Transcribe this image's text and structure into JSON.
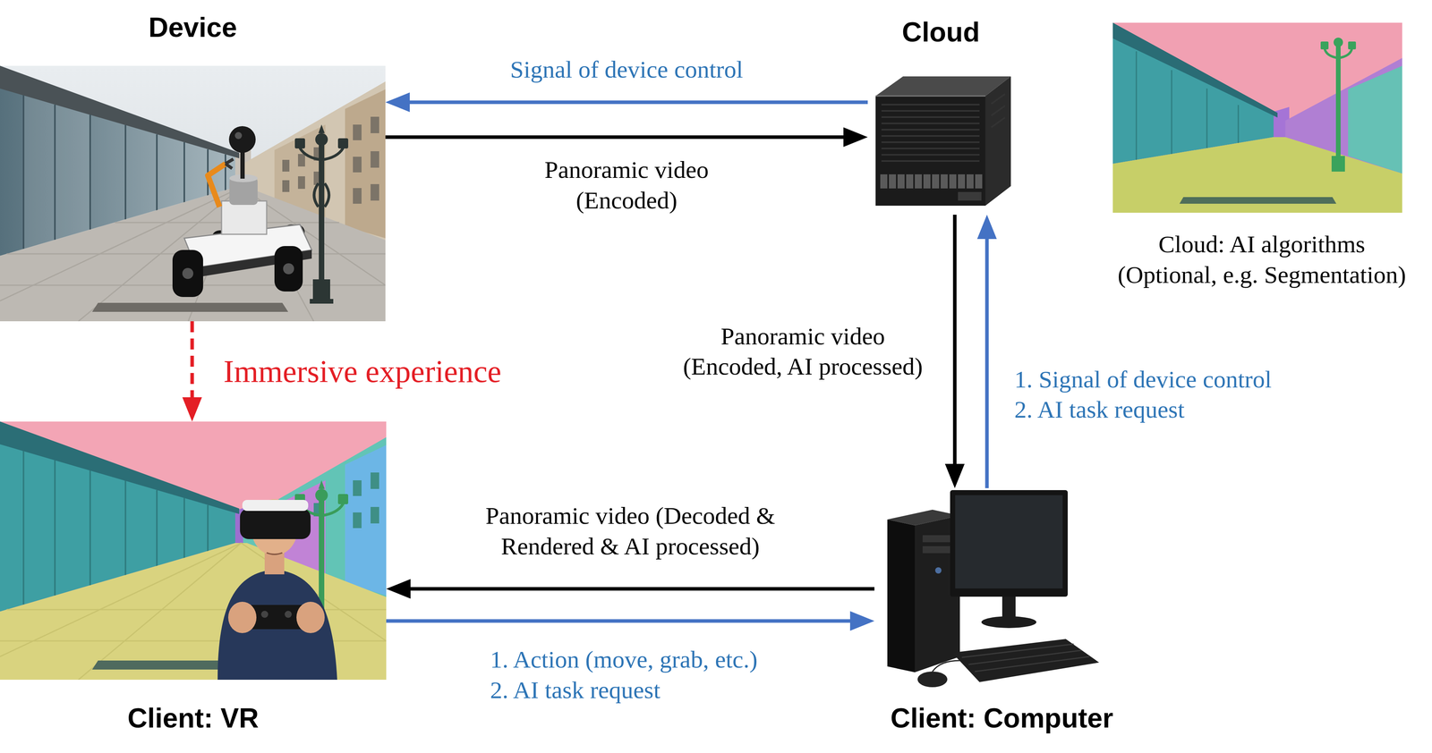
{
  "diagram": {
    "nodes": [
      {
        "text": [
          "Device"
        ]
      },
      {
        "text": [
          "Cloud"
        ]
      },
      {
        "text": [
          "Cloud: AI algorithms (Optional, e.g. Segmentation)"
        ]
      },
      {
        "text": [
          "Client: VR"
        ]
      },
      {
        "text": [
          "Client: Computer"
        ]
      }
    ],
    "edges": [
      {
        "from": 1,
        "to": 0,
        "label": "Signal of device control",
        "arrow": "to"
      },
      {
        "from": 0,
        "to": 1,
        "label": "Panoramic video (Encoded)",
        "arrow": "to"
      },
      {
        "from": 1,
        "to": 4,
        "label": "Panoramic video (Encoded, AI processed)",
        "arrow": "to"
      },
      {
        "from": 4,
        "to": 1,
        "label": "1. Signal of device control 2. AI task request",
        "arrow": "to"
      },
      {
        "from": 4,
        "to": 3,
        "label": "Panoramic video (Decoded & Rendered & AI processed)",
        "arrow": "to"
      },
      {
        "from": 3,
        "to": 4,
        "label": "1. Action (move, grab, etc.) 2. AI task request",
        "arrow": "to"
      },
      {
        "from": 0,
        "to": 3,
        "label": "Immersive experience",
        "arrow": "to"
      }
    ]
  }
}
